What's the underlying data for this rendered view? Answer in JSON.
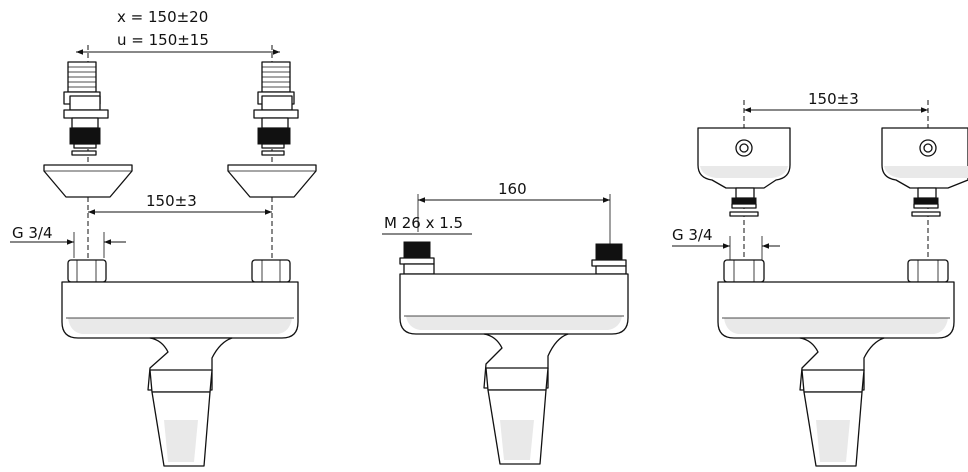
{
  "diagram": {
    "variants": [
      {
        "id": "left",
        "labels": {
          "x_dimension": "x = 150±20",
          "u_dimension": "u = 150±15",
          "center_distance": "150±3",
          "thread": "G 3/4"
        }
      },
      {
        "id": "middle",
        "labels": {
          "center_distance": "160",
          "thread": "M 26 x 1.5"
        }
      },
      {
        "id": "right",
        "labels": {
          "center_distance": "150±3",
          "thread": "G 3/4"
        }
      }
    ]
  }
}
